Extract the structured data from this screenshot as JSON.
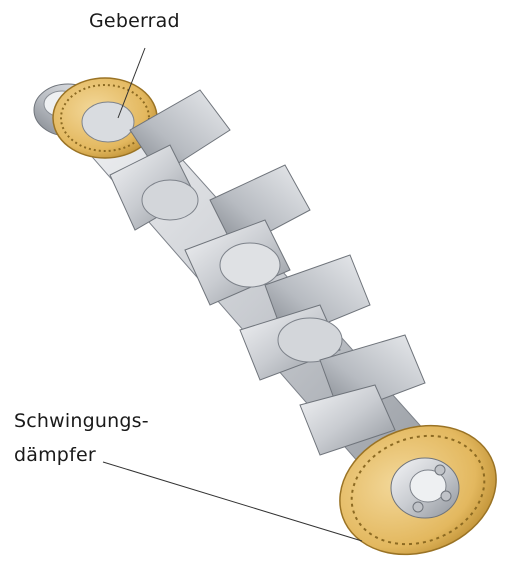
{
  "labels": {
    "top": "Geberrad",
    "bottom_line1": "Schwingungs-",
    "bottom_line2": "dämpfer"
  },
  "colors": {
    "accent_gold": "#e3b85f",
    "steel_light": "#eceef1",
    "steel_mid": "#c9ccd1",
    "steel_dark": "#8f949b",
    "leader_line": "#333333"
  }
}
